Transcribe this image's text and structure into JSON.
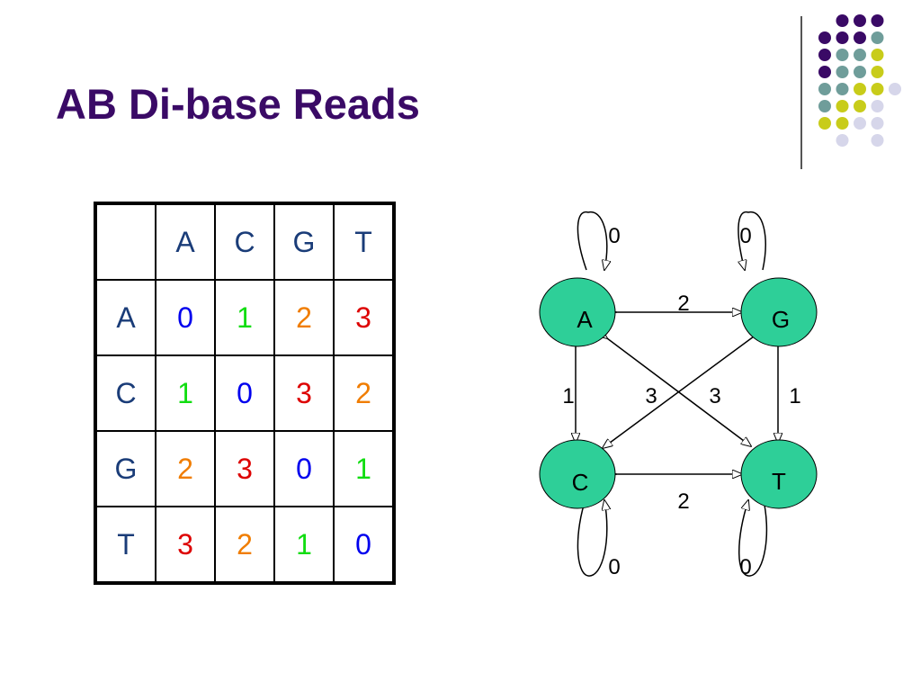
{
  "slide": {
    "title": "AB Di-base Reads"
  },
  "colors": {
    "title": "#3a0a66",
    "node_fill": "#2ecf98",
    "digit_0": "#0000ee",
    "digit_1": "#11dd11",
    "digit_2": "#f07d00",
    "digit_3": "#dd0000",
    "dot_purple": "#3a0a66",
    "dot_teal": "#6f9d9a",
    "dot_yellow": "#c8cc1a",
    "dot_lavender": "#d6d6ea"
  },
  "table": {
    "column_headers": [
      "A",
      "C",
      "G",
      "T"
    ],
    "rows": [
      {
        "label": "A",
        "cells": [
          "0",
          "1",
          "2",
          "3"
        ]
      },
      {
        "label": "C",
        "cells": [
          "1",
          "0",
          "3",
          "2"
        ]
      },
      {
        "label": "G",
        "cells": [
          "2",
          "3",
          "0",
          "1"
        ]
      },
      {
        "label": "T",
        "cells": [
          "3",
          "2",
          "1",
          "0"
        ]
      }
    ]
  },
  "diagram": {
    "nodes": {
      "a": "A",
      "g": "G",
      "c": "C",
      "t": "T"
    },
    "edge_labels": {
      "a_loop": "0",
      "g_loop": "0",
      "c_loop": "0",
      "t_loop": "0",
      "a_g": "2",
      "c_t": "2",
      "a_c": "1",
      "g_t": "1",
      "g_c": "3",
      "a_t": "3"
    }
  }
}
